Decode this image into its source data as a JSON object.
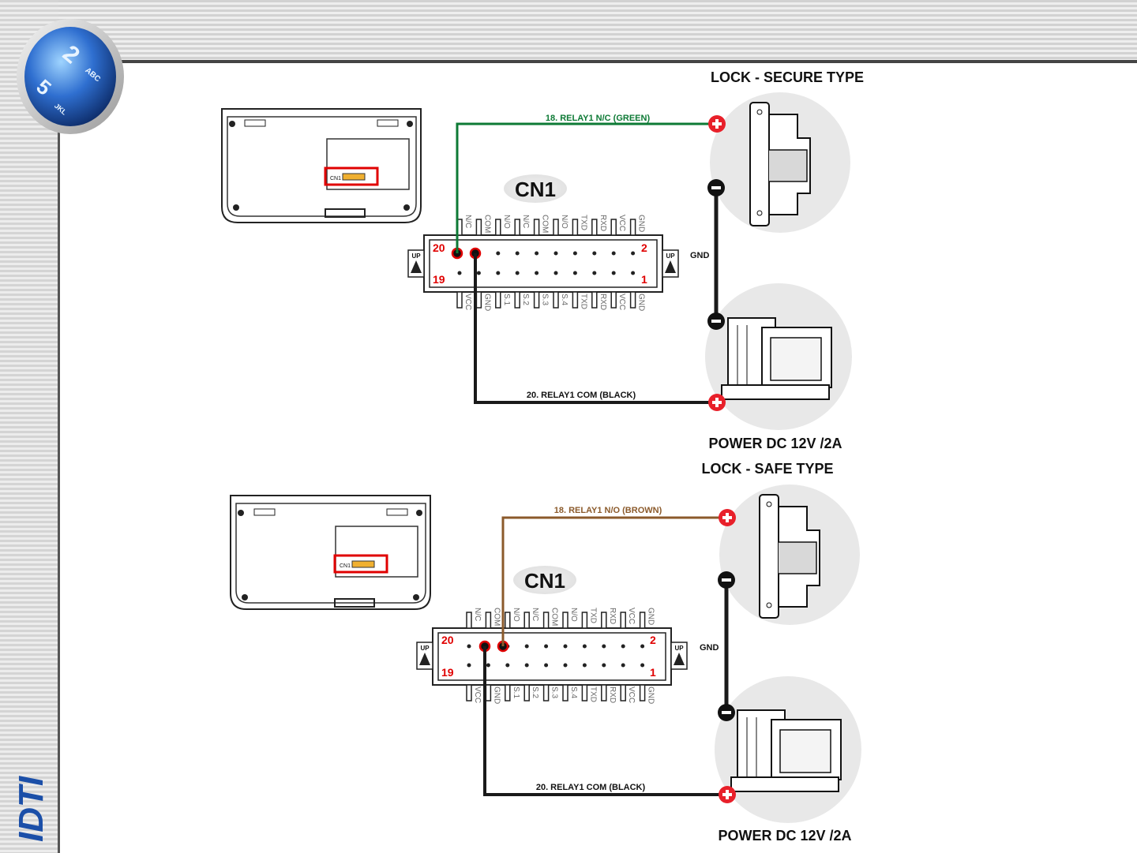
{
  "diagrams": [
    {
      "title": "LOCK - SECURE TYPE",
      "connector_label": "CN1",
      "wire_top": "18. RELAY1 N/C (GREEN)",
      "wire_top_color": "#0d7a35",
      "wire_bottom": "20. RELAY1 COM (BLACK)",
      "gnd_label": "GND",
      "power_label": "POWER DC 12V /2A",
      "pin_labels_top": [
        "N/C",
        "COM",
        "N/O",
        "N/C",
        "COM",
        "N/O",
        "TXD",
        "RXD",
        "VCC",
        "GND"
      ],
      "pin_labels_bottom": [
        "VCC",
        "GND",
        "S.1",
        "S.2",
        "S.3",
        "S.4",
        "TXD",
        "RXD",
        "VCC",
        "GND"
      ],
      "pin_numbers": [
        "20",
        "19",
        "2",
        "1"
      ],
      "up_label": "UP",
      "device_label": "CN1"
    },
    {
      "title": "LOCK - SAFE TYPE",
      "connector_label": "CN1",
      "wire_top": "18. RELAY1 N/O (BROWN)",
      "wire_top_color": "#8b5a2b",
      "wire_bottom": "20. RELAY1 COM (BLACK)",
      "gnd_label": "GND",
      "power_label": "POWER DC 12V /2A",
      "pin_labels_top": [
        "N/C",
        "COM",
        "N/O",
        "N/C",
        "COM",
        "N/O",
        "TXD",
        "RXD",
        "VCC",
        "GND"
      ],
      "pin_labels_bottom": [
        "VCC",
        "GND",
        "S.1",
        "S.2",
        "S.3",
        "S.4",
        "TXD",
        "RXD",
        "VCC",
        "GND"
      ],
      "pin_numbers": [
        "20",
        "19",
        "2",
        "1"
      ],
      "up_label": "UP",
      "device_label": "CN1"
    }
  ],
  "header_logo": {
    "keys": [
      "2",
      "ABC",
      "5",
      "JKL"
    ]
  },
  "brand": {
    "name": "IDTI"
  },
  "colors": {
    "wire_black": "#1a1a1a",
    "plus_red": "#e8202a",
    "minus_black": "#111111",
    "highlight_red": "#e00000"
  }
}
